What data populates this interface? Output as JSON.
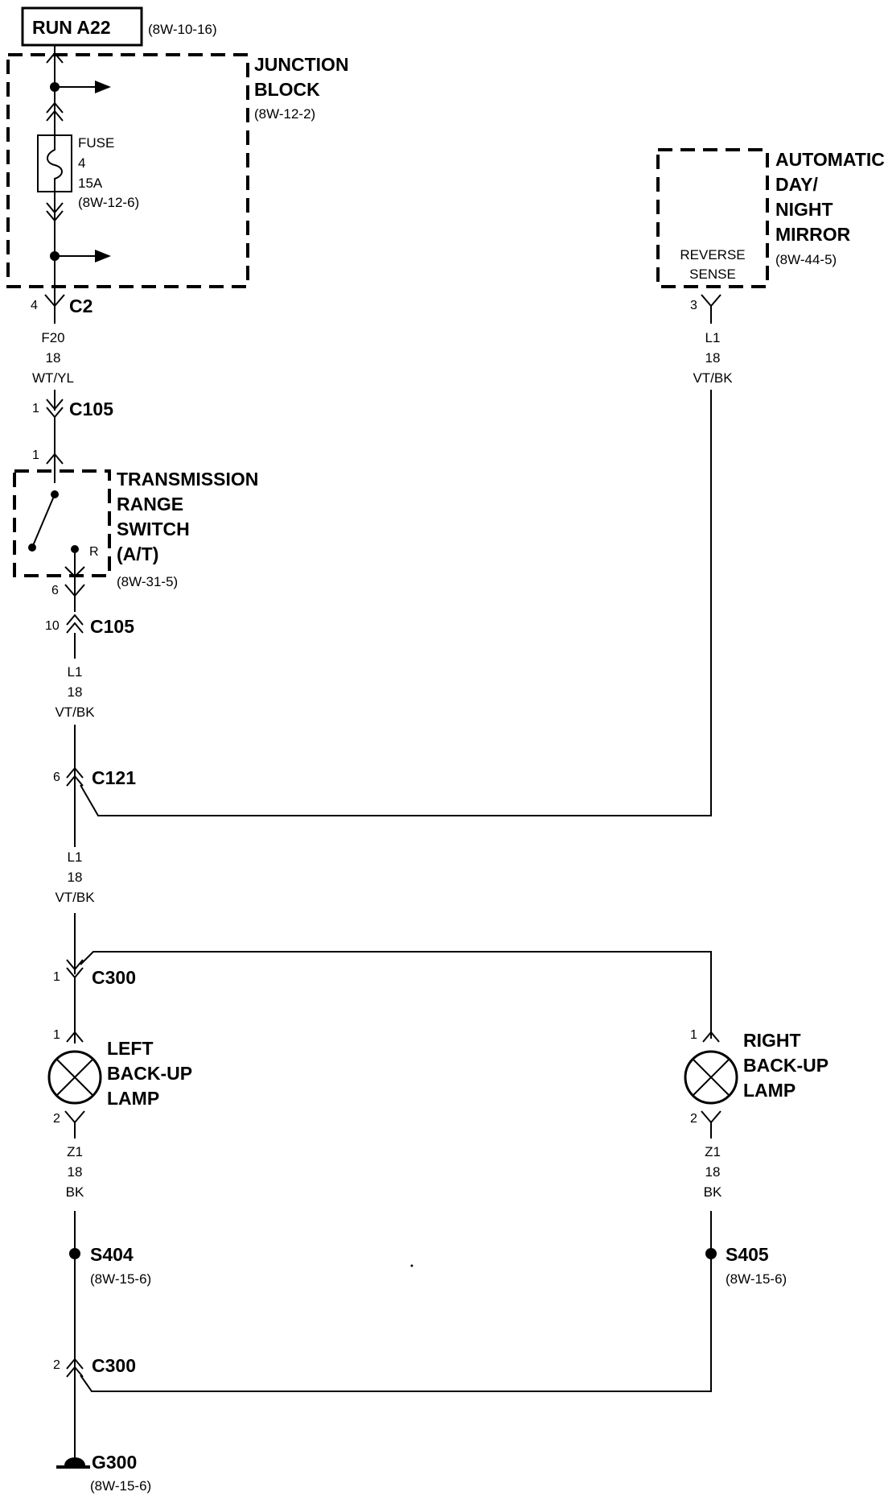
{
  "source": {
    "label": "RUN A22",
    "ref": "(8W-10-16)"
  },
  "junction_block": {
    "name_line1": "JUNCTION",
    "name_line2": "BLOCK",
    "ref": "(8W-12-2)",
    "fuse_label": "FUSE",
    "fuse_number": "4",
    "fuse_rating": "15A",
    "fuse_ref": "(8W-12-6)"
  },
  "c2": {
    "pin": "4",
    "label": "C2"
  },
  "wire_f20": {
    "circuit": "F20",
    "gauge": "18",
    "color": "WT/YL"
  },
  "c105_top": {
    "pin": "1",
    "label": "C105"
  },
  "trs_pin_in": "1",
  "trs": {
    "line1": "TRANSMISSION",
    "line2": "RANGE",
    "line3": "SWITCH",
    "line4": "(A/T)",
    "ref": "(8W-31-5)",
    "contact": "R",
    "pin_out": "6"
  },
  "c105_bottom": {
    "pin": "10",
    "label": "C105"
  },
  "wire_l1_a": {
    "circuit": "L1",
    "gauge": "18",
    "color": "VT/BK"
  },
  "c121": {
    "pin": "6",
    "label": "C121"
  },
  "wire_l1_b": {
    "circuit": "L1",
    "gauge": "18",
    "color": "VT/BK"
  },
  "c300_top": {
    "pin": "1",
    "label": "C300"
  },
  "left_lamp": {
    "line1": "LEFT",
    "line2": "BACK-UP",
    "line3": "LAMP",
    "pin_in": "1",
    "pin_out": "2"
  },
  "wire_z1_left": {
    "circuit": "Z1",
    "gauge": "18",
    "color": "BK"
  },
  "s404": {
    "label": "S404",
    "ref": "(8W-15-6)"
  },
  "c300_bottom": {
    "pin": "2",
    "label": "C300"
  },
  "g300": {
    "label": "G300",
    "ref": "(8W-15-6)"
  },
  "mirror": {
    "line1": "AUTOMATIC",
    "line2": "DAY/",
    "line3": "NIGHT",
    "line4": "MIRROR",
    "ref": "(8W-44-5)",
    "inner1": "REVERSE",
    "inner2": "SENSE",
    "pin": "3"
  },
  "wire_l1_mirror": {
    "circuit": "L1",
    "gauge": "18",
    "color": "VT/BK"
  },
  "right_lamp": {
    "line1": "RIGHT",
    "line2": "BACK-UP",
    "line3": "LAMP",
    "pin_in": "1",
    "pin_out": "2"
  },
  "wire_z1_right": {
    "circuit": "Z1",
    "gauge": "18",
    "color": "BK"
  },
  "s405": {
    "label": "S405",
    "ref": "(8W-15-6)"
  }
}
